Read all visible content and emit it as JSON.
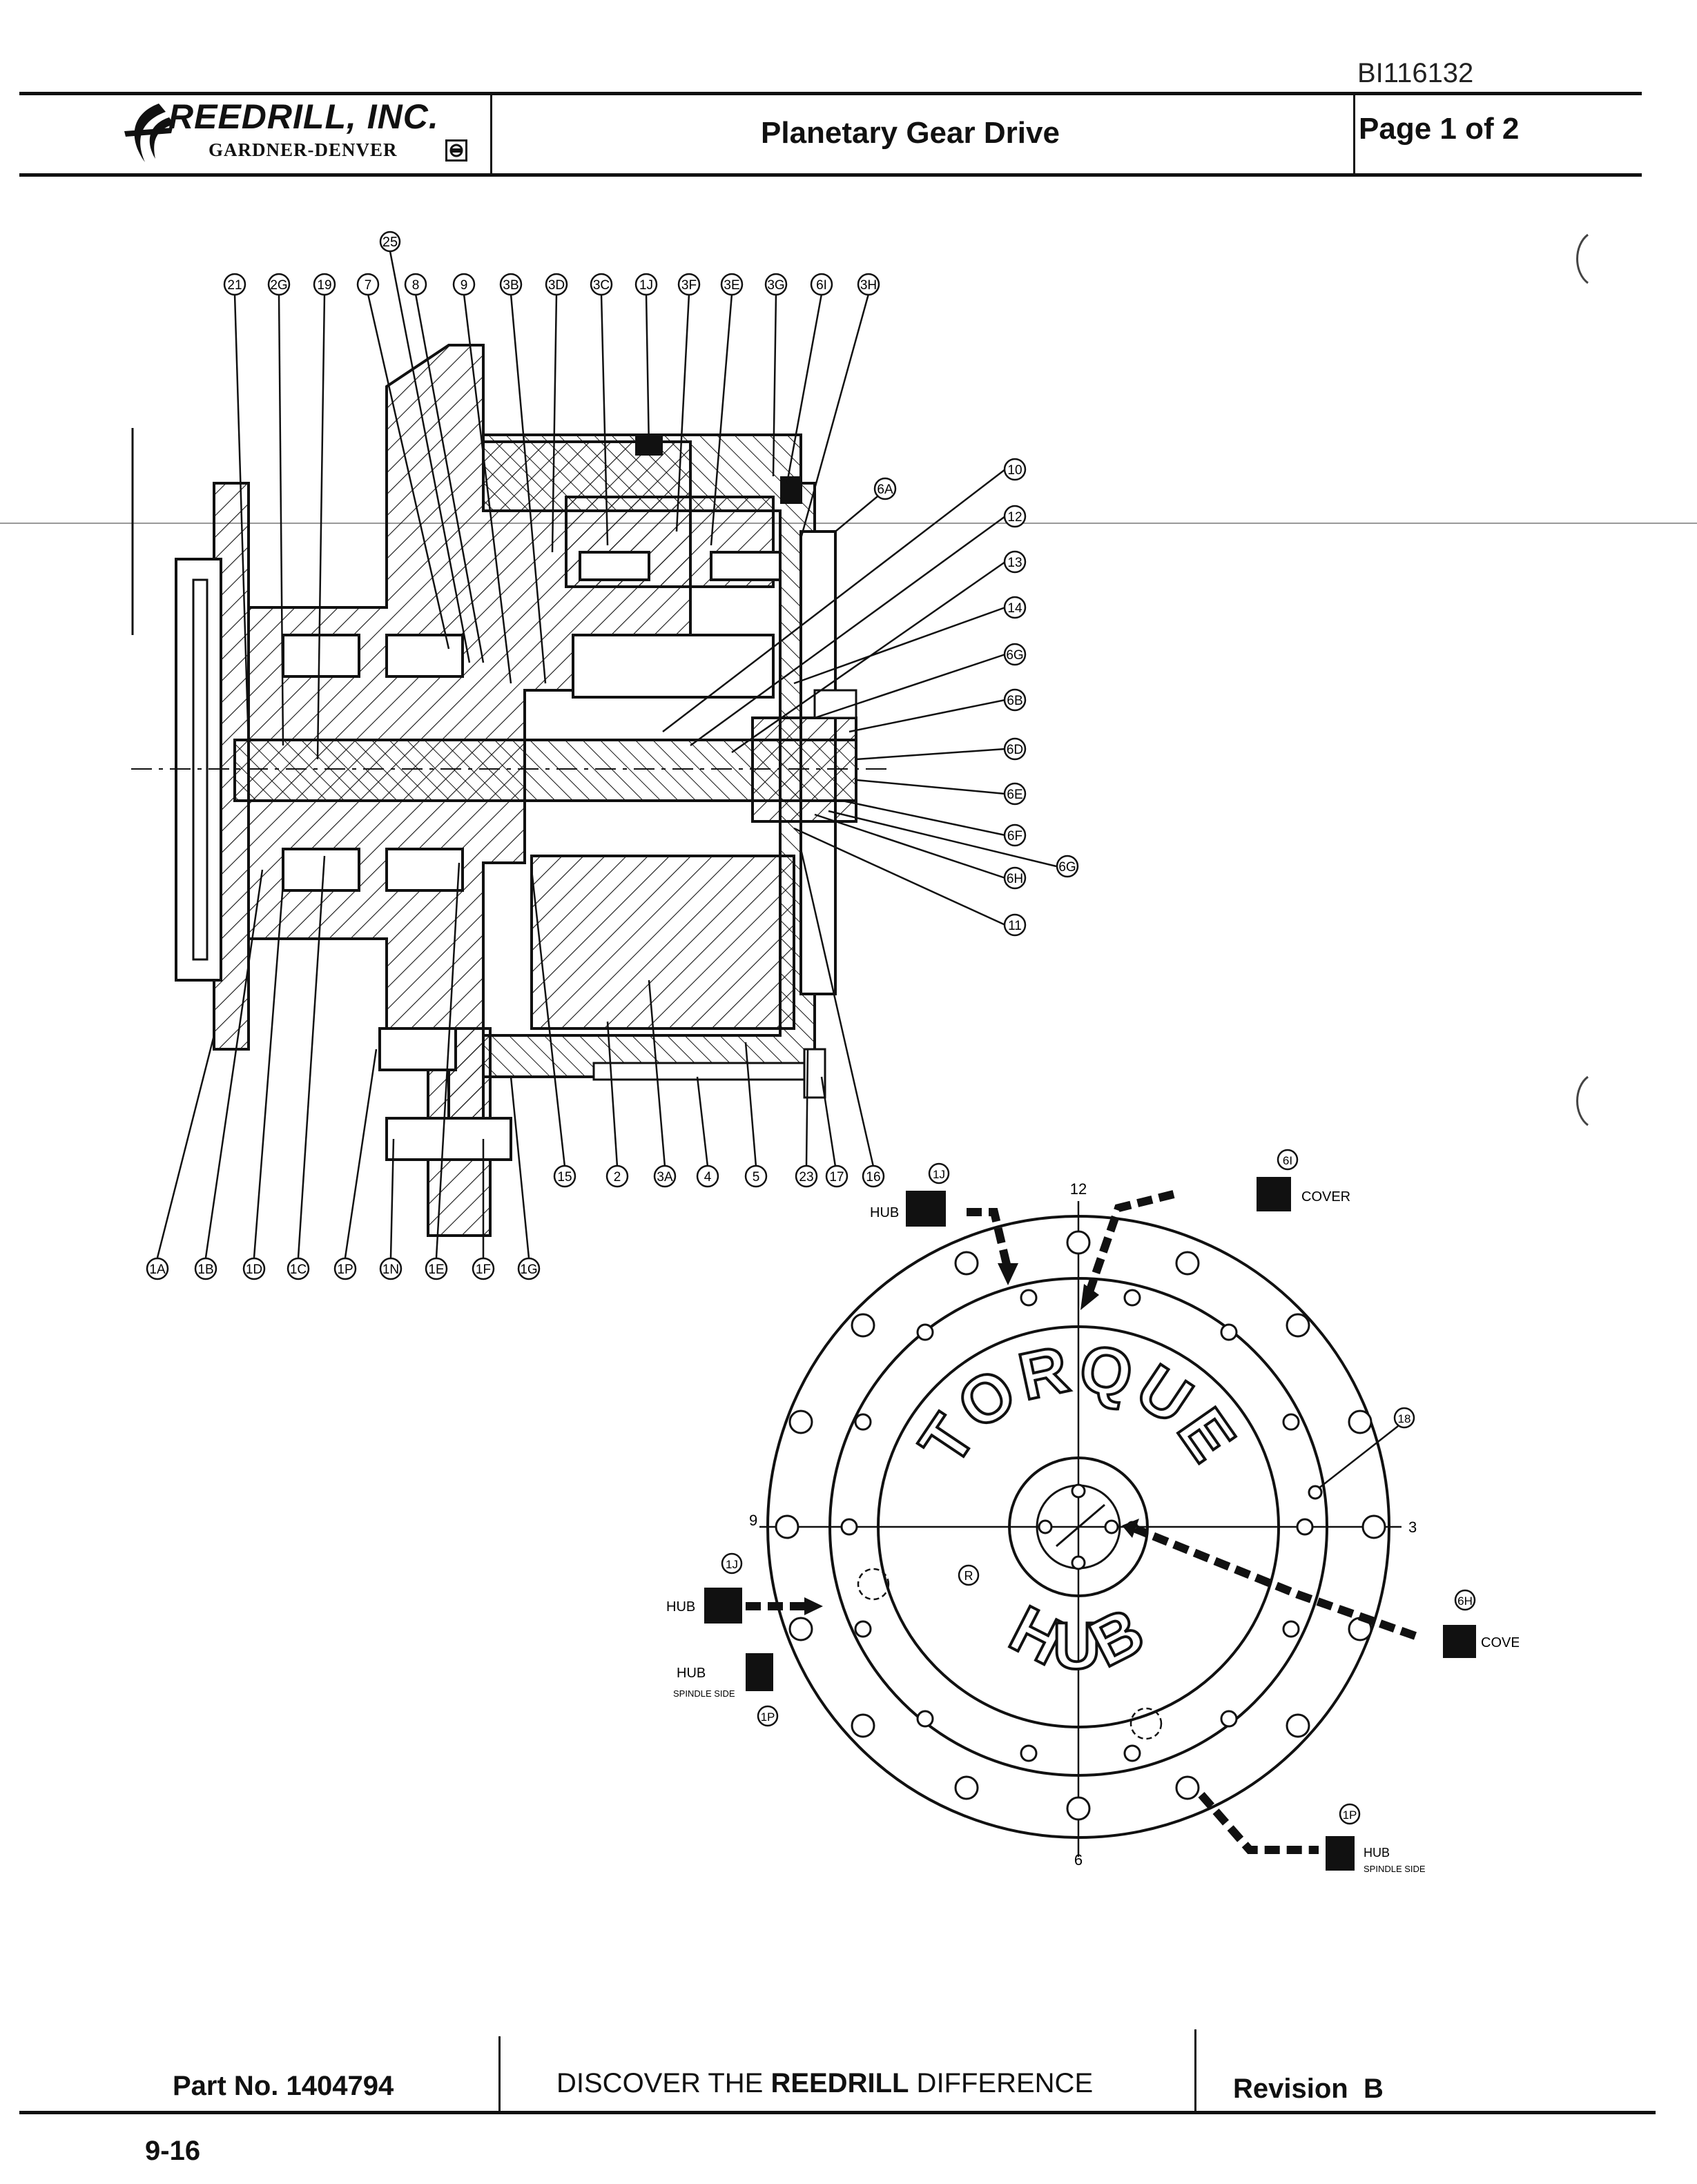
{
  "document_id": "BI116132",
  "header": {
    "company": "REEDRILL, INC.",
    "division": "GARDNER-DENVER",
    "title": "Planetary Gear Drive",
    "page": "Page 1 of 2"
  },
  "section_callouts": {
    "top": [
      "21",
      "2G",
      "19",
      "7",
      "8",
      "9",
      "3B",
      "3D",
      "3C",
      "1J",
      "3F",
      "3E",
      "3G",
      "6I",
      "3H"
    ],
    "top_upper": "25",
    "right": [
      "10",
      "12",
      "13",
      "14",
      "6G",
      "6B",
      "6D",
      "6E",
      "6F",
      "6H",
      "11"
    ],
    "right_extra": "6G",
    "bottom_inner": [
      "15",
      "2",
      "3A",
      "4",
      "5",
      "23",
      "17",
      "16"
    ],
    "bottom_outer": [
      "1A",
      "1B",
      "1D",
      "1C",
      "1P",
      "1N",
      "1E",
      "1F",
      "1G"
    ]
  },
  "face_view": {
    "center_text_top": "TORQUE",
    "center_text_bottom": "HUB",
    "clock_12": "12",
    "clock_3": "3",
    "clock_6": "6",
    "clock_9": "9",
    "r_mark": "R",
    "labels": {
      "hub_top": "HUB",
      "hub_top_ref": "1J",
      "cover_top": "COVER",
      "cover_top_ref": "6I",
      "ref_18": "18",
      "hub_left": "HUB",
      "hub_left_ref": "1J",
      "hub_spindle_left": "HUB",
      "spindle_side_left": "SPINDLE SIDE",
      "spindle_left_ref": "1P",
      "cover_right": "COVER",
      "cover_right_ref": "6H",
      "hub_spindle_bottom": "HUB",
      "spindle_side_bottom": "SPINDLE SIDE",
      "spindle_bottom_ref": "1P"
    }
  },
  "footer": {
    "part_no": "Part No. 1404794",
    "slogan_pre": "DISCOVER THE ",
    "slogan_brand": "REEDRILL",
    "slogan_post": " DIFFERENCE",
    "revision": "Revision  B",
    "page_number": "9-16"
  }
}
